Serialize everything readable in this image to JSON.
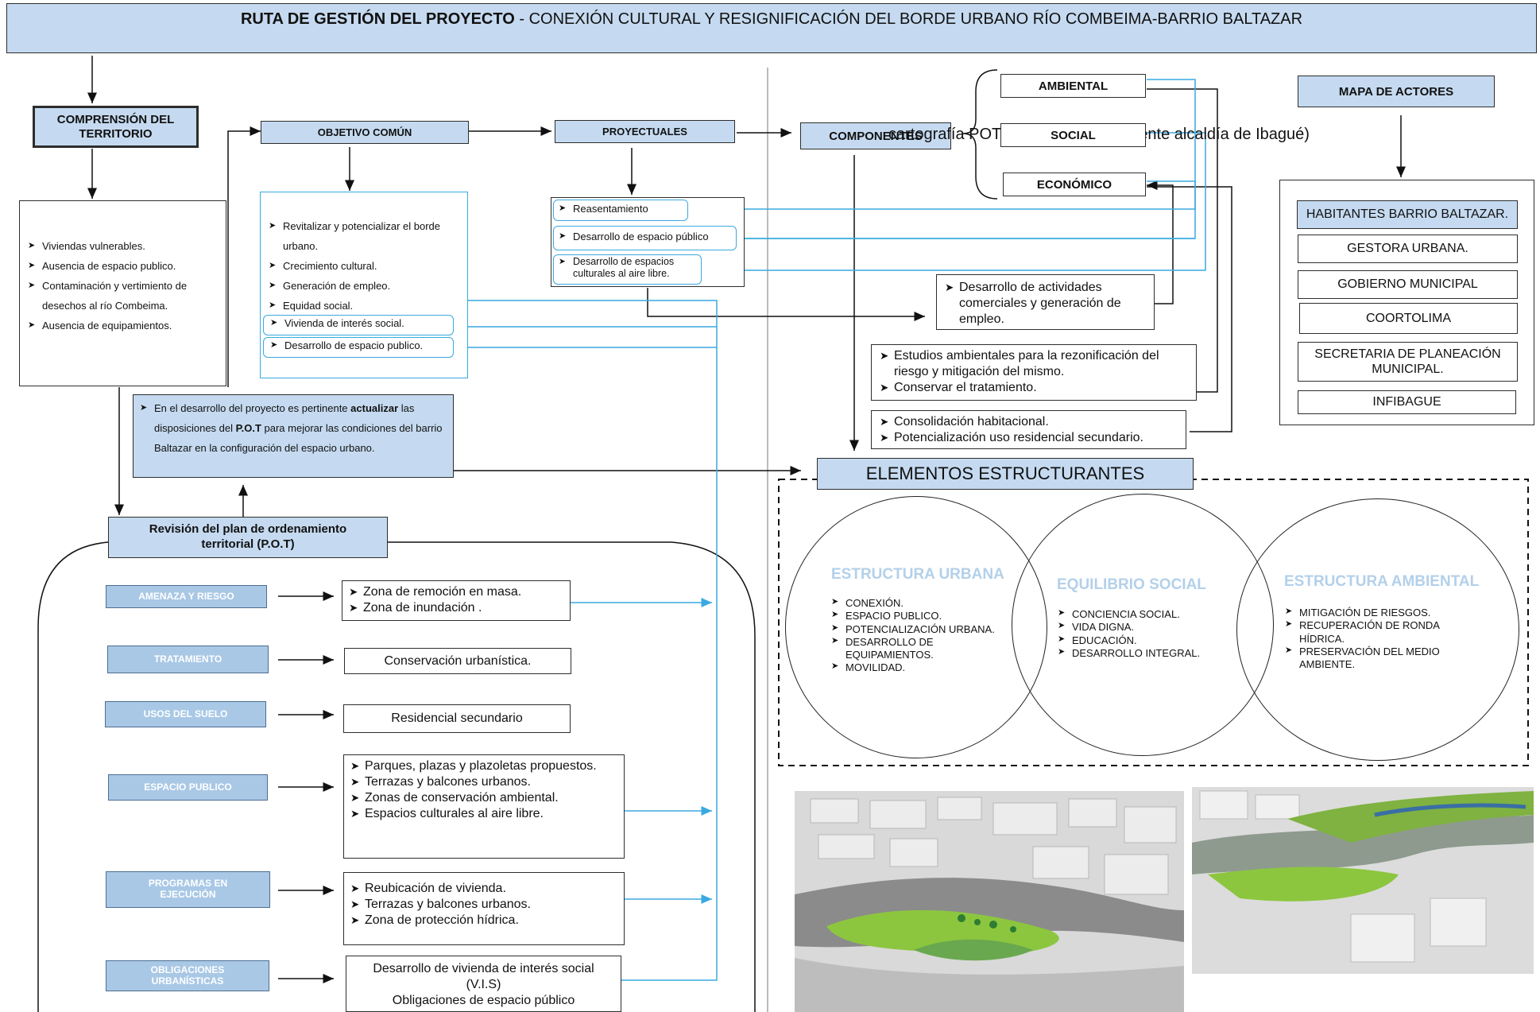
{
  "title": {
    "bold": "RUTA DE GESTIÓN DEL PROYECTO",
    "rest": " - CONEXIÓN CULTURAL Y RESIGNIFICACIÓN DEL BORDE URBANO RÍO COMBEIMA-BARRIO BALTAZAR"
  },
  "comprension": {
    "title": "COMPRENSIÓN DEL TERRITORIO",
    "items": [
      "Viviendas vulnerables.",
      "Ausencia de espacio publico.",
      "Contaminación y vertimiento de desechos al río Combeima.",
      "Ausencia de equipamientos."
    ]
  },
  "objetivo": {
    "title": "OBJETIVO COMÚN",
    "items": [
      "Revitalizar y potencializar el borde urbano.",
      "Crecimiento cultural.",
      "Generación de empleo.",
      "Equidad social."
    ],
    "highlight": [
      "Vivienda de interés social.",
      "Desarrollo de espacio publico."
    ]
  },
  "proyectuales": {
    "title": "PROYECTUALES",
    "items": [
      "Reasentamiento",
      "Desarrollo de espacio público",
      "Desarrollo de espacios culturales al aire libre."
    ]
  },
  "componentes": {
    "title": "COMPONENTES",
    "overlay": "cartografía POT Barrio Baltazar (Fuente alcaldía de Ibagué)",
    "ambiental": "AMBIENTAL",
    "social": "SOCIAL",
    "economico": "ECONÓMICO"
  },
  "eco_box": [
    "Desarrollo de actividades comerciales y generación de empleo."
  ],
  "amb_box": [
    "Estudios ambientales para la rezonificación del riesgo y mitigación  del mismo.",
    "Conservar el tratamiento."
  ],
  "soc_box": [
    "Consolidación habitacional.",
    "Potencialización uso residencial  secundario."
  ],
  "pot_note": {
    "pre": "En  el desarrollo del proyecto es pertinente ",
    "b1": "actualizar",
    "mid": " las disposiciones del ",
    "b2": "P.O.T",
    "post": " para mejorar las condiciones del barrio Baltazar en la configuración del espacio urbano."
  },
  "revision": {
    "title": "Revisión del plan de ordenamiento territorial (P.O.T)"
  },
  "categories": [
    {
      "tag": "AMENAZA Y RIESGO",
      "items": [
        "Zona de remoción en masa.",
        "Zona de inundación ."
      ]
    },
    {
      "tag": "TRATAMIENTO",
      "text": "Conservación urbanística."
    },
    {
      "tag": "USOS DEL SUELO",
      "text": "Residencial secundario"
    },
    {
      "tag": "ESPACIO PUBLICO",
      "items": [
        "Parques, plazas y plazoletas propuestos.",
        "Terrazas y balcones urbanos.",
        "Zonas de conservación ambiental.",
        "Espacios culturales al aire libre."
      ]
    },
    {
      "tag": "PROGRAMAS EN EJECUCIÓN",
      "items": [
        "Reubicación de vivienda.",
        "Terrazas y balcones urbanos.",
        "Zona de protección hídrica."
      ]
    },
    {
      "tag": "OBLIGACIONES URBANÍSTICAS",
      "lines": [
        "Desarrollo de vivienda  de interés social",
        "(V.I.S)",
        "Obligaciones de espacio público"
      ]
    }
  ],
  "elementos": {
    "title": "ELEMENTOS ESTRUCTURANTES",
    "urbana": {
      "title": "ESTRUCTURA URBANA",
      "items": [
        "CONEXIÓN.",
        "ESPACIO PUBLICO.",
        "POTENCIALIZACIÓN URBANA.",
        "DESARROLLO DE EQUIPAMIENTOS.",
        "MOVILIDAD."
      ]
    },
    "social": {
      "title": "EQUILIBRIO SOCIAL",
      "items": [
        "CONCIENCIA SOCIAL.",
        "VIDA DIGNA.",
        "EDUCACIÓN.",
        "DESARROLLO INTEGRAL."
      ]
    },
    "ambiental": {
      "title": "ESTRUCTURA AMBIENTAL",
      "items": [
        "MITIGACIÓN DE RIESGOS.",
        "RECUPERACIÓN DE RONDA HÍDRICA.",
        "PRESERVACIÓN DEL MEDIO AMBIENTE."
      ]
    }
  },
  "actores": {
    "title": "MAPA DE ACTORES",
    "items": [
      "HABITANTES BARRIO BALTAZAR.",
      "GESTORA URBANA.",
      "GOBIERNO MUNICIPAL",
      "COORTOLIMA",
      "SECRETARIA DE PLANEACIÓN MUNICIPAL.",
      "INFIBAGUE"
    ]
  },
  "colors": {
    "header_blue": "#c5daf0",
    "tag_blue": "#a9c8e6",
    "connector_blue": "#3aa9e0",
    "circle_title": "#b3d0ea"
  }
}
